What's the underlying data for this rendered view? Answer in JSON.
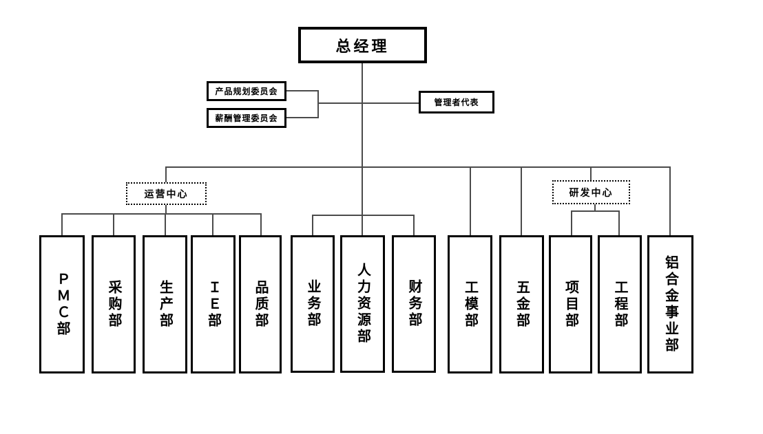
{
  "org": {
    "general_manager": "总经理",
    "committees": [
      "产品规划委员会",
      "薪酬管理委员会"
    ],
    "management_representative": "管理者代表",
    "operations_center": "运营中心",
    "rnd_center": "研发中心",
    "departments": [
      "ＰＭＣ部",
      "采购部",
      "生产部",
      "ＩＥ部",
      "品质部",
      "业务部",
      "人力资源部",
      "财务部",
      "工模部",
      "五金部",
      "项目部",
      "工程部",
      "铝合金事业部"
    ],
    "hierarchy": {
      "总经理": [
        "运营中心",
        "业务部",
        "人力资源部",
        "财务部",
        "工模部",
        "五金部",
        "研发中心",
        "铝合金事业部"
      ],
      "运营中心": [
        "ＰＭＣ部",
        "采购部",
        "生产部",
        "ＩＥ部",
        "品质部"
      ],
      "研发中心": [
        "项目部",
        "工程部"
      ]
    }
  },
  "colors": {
    "background": "#ffffff",
    "box_border": "#000000",
    "connector": "#4a4a4a",
    "text": "#000000"
  }
}
